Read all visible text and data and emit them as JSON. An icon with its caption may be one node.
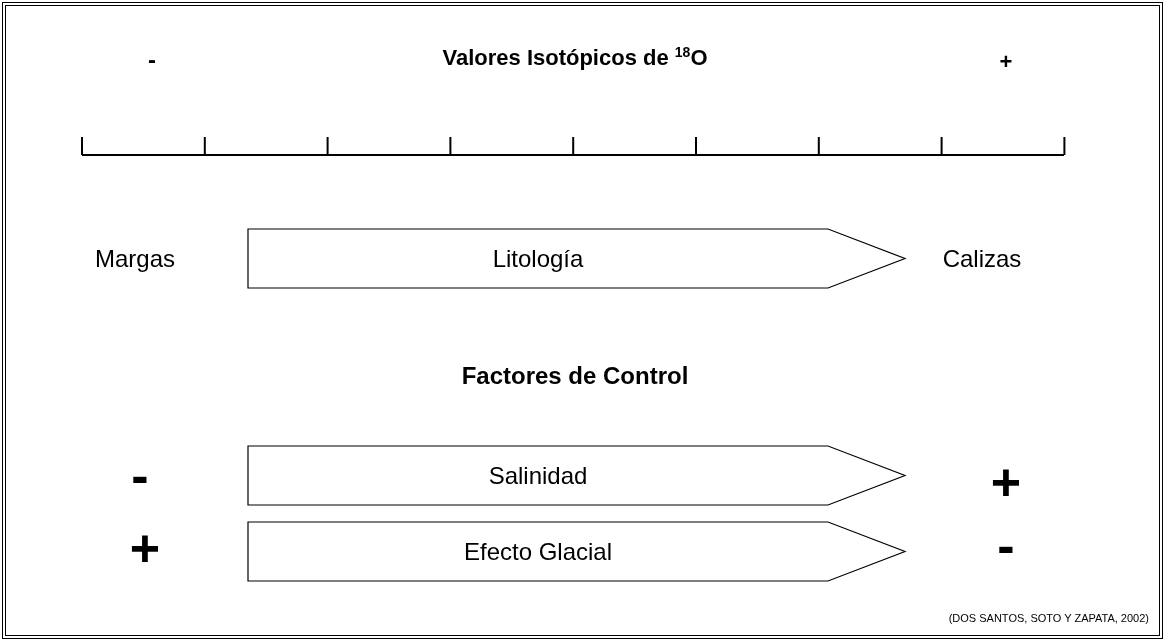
{
  "diagram": {
    "title": "Valores Isotópicos de $^{18}$O",
    "nodes": [
      {
        "text": [
          "Litología"
        ]
      },
      {
        "text": [
          "Salinidad"
        ]
      },
      {
        "text": [
          "Efecto Glacial"
        ]
      }
    ],
    "labels": [
      "-",
      "+",
      "Margas",
      "Calizas",
      "Factores de Control",
      "-",
      "+",
      "+",
      "-"
    ],
    "caption": "(DOS SANTOS, SOTO Y ZAPATA, 2002)"
  }
}
